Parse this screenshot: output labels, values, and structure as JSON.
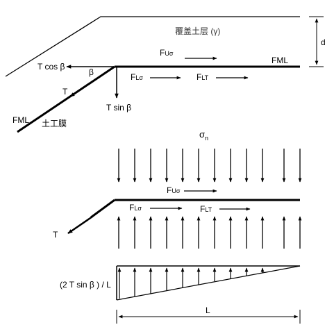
{
  "top": {
    "cover_label": "覆盖土层 (γ)",
    "depth_label": "d",
    "fml_right_label": "FML",
    "fml_left_label": "FML",
    "geomembrane_label": "土工膜",
    "tcos_label": "T cos β",
    "beta_label": "β",
    "t_label": "T",
    "tsin_label": "T sin β",
    "fu_label": "F",
    "fu_sub": "Uσ",
    "fl_label": "F",
    "fl_sub": "Lσ",
    "flt_label": "F",
    "flt_sub": "LT"
  },
  "bottom": {
    "sigma_label": "σ",
    "sigma_sub": "n",
    "fu_label": "F",
    "fu_sub": "Uσ",
    "fl_label": "F",
    "fl_sub": "Lσ",
    "flt_label": "F",
    "flt_sub": "LT",
    "t_label": "T",
    "tri_label": "(2 T sin β ) / L",
    "l_label": "L"
  }
}
